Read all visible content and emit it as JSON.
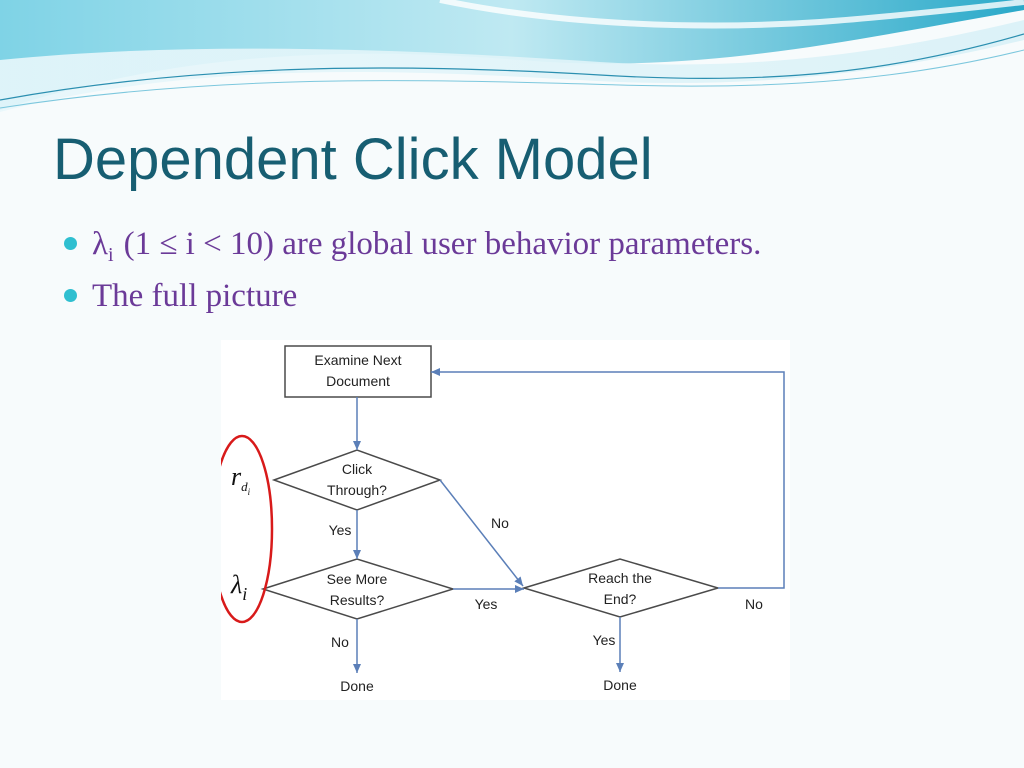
{
  "slide": {
    "title": "Dependent Click Model",
    "bullets": [
      {
        "lambda": "λ",
        "sub": "i",
        "text": "(1 ≤ i < 10) are global user behavior parameters."
      },
      {
        "text": "The full picture"
      }
    ]
  },
  "diagram": {
    "nodes": {
      "examine": "Examine Next\nDocument",
      "click": "Click\nThrough?",
      "see_more": "See More\nResults?",
      "reach_end": "Reach the\nEnd?",
      "done_left": "Done",
      "done_right": "Done"
    },
    "edges": {
      "click_yes": "Yes",
      "click_no": "No",
      "see_more_yes": "Yes",
      "see_more_no": "No",
      "reach_end_yes": "Yes",
      "reach_end_no": "No"
    },
    "params": {
      "r": "r",
      "r_sub": "d",
      "r_subsub": "i",
      "lambda": "λ",
      "lambda_sub": "i"
    }
  },
  "colors": {
    "title": "#175e72",
    "bullet_text": "#6b3a98",
    "bullet_dot": "#2fbfd0",
    "arrow": "#5b7fb8",
    "node_border": "#4a4a4a",
    "highlight_ellipse": "#d81a1a"
  }
}
